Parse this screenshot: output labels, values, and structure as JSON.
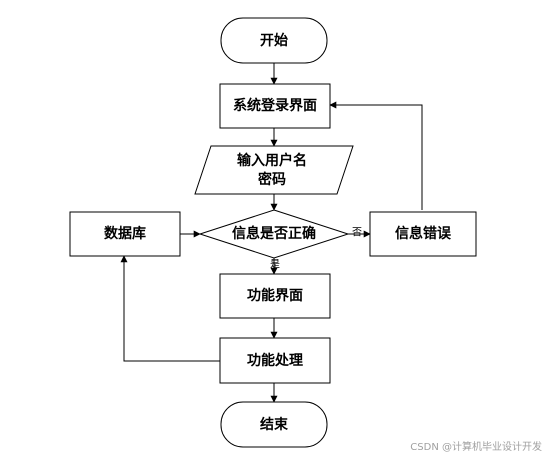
{
  "nodes": {
    "start": "开始",
    "login_ui": "系统登录界面",
    "input_line1": "输入用户名",
    "input_line2": "密码",
    "check": "信息是否正确",
    "database": "数据库",
    "error": "信息错误",
    "feature_ui": "功能界面",
    "processing": "功能处理",
    "end": "结束"
  },
  "edge_labels": {
    "no": "否",
    "yes": "是"
  },
  "watermark": "CSDN @计算机毕业设计开发",
  "colors": {
    "stroke": "#000000",
    "fill": "#ffffff",
    "watermark": "#a0a0a0"
  }
}
